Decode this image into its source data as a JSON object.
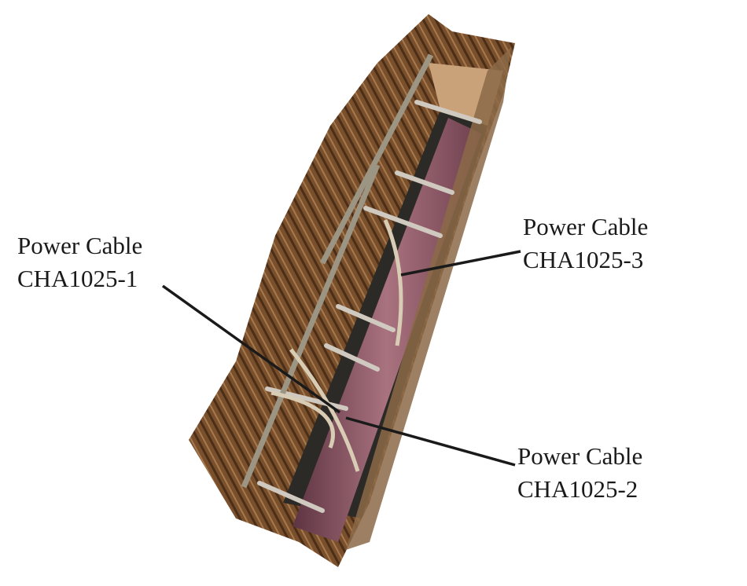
{
  "labels": [
    {
      "line1": "Power Cable",
      "line2": "CHA1025-1"
    },
    {
      "line1": "Power Cable",
      "line2": "CHA1025-3"
    },
    {
      "line1": "Power Cable",
      "line2": "CHA1025-2"
    }
  ],
  "colors": {
    "wood": "#7a4f2c",
    "wood_light": "#b08658",
    "pipe": "#8a5566",
    "brace": "#c9c4bc",
    "leader": "#1a1a1a"
  }
}
